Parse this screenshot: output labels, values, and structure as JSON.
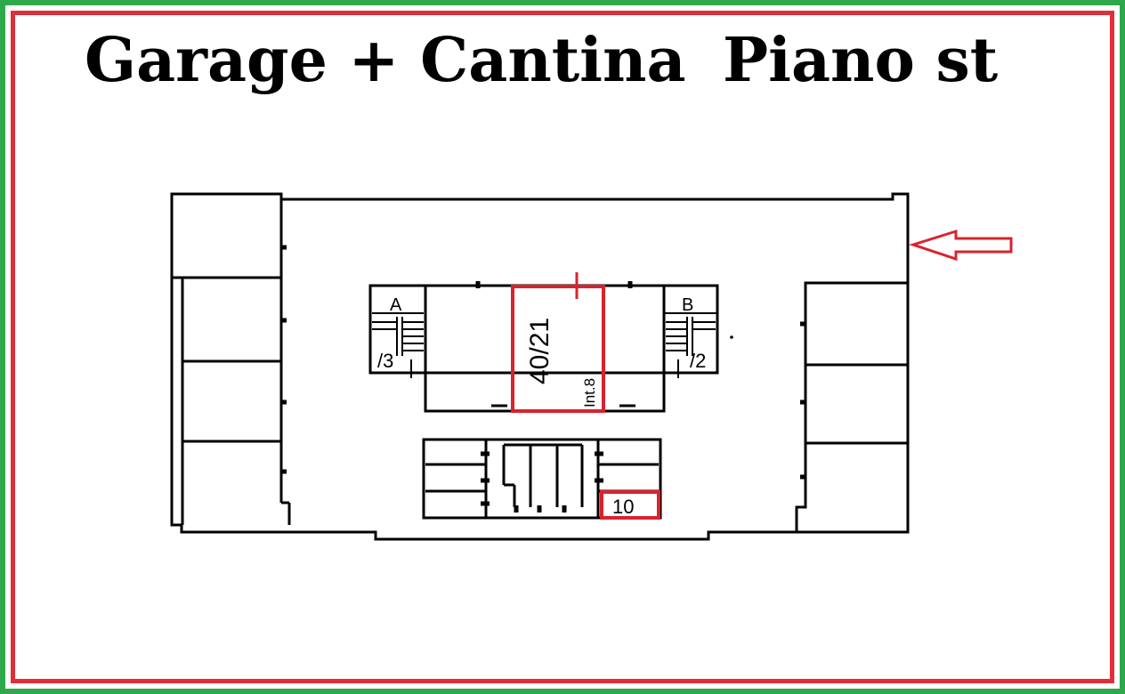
{
  "title_left": "Garage + Cantina",
  "title_right": "Piano st",
  "unit_main": "40/21",
  "unit_int": "Int.8",
  "cellar_number": "10",
  "stair_a_label": "A",
  "stair_a_number": "/3",
  "stair_b_label": "B",
  "stair_b_number": "/2",
  "colors": {
    "frame_outer": "#2ea84a",
    "frame_inner": "#e02e3a",
    "highlight": "#d8232e",
    "lines": "#000000"
  }
}
